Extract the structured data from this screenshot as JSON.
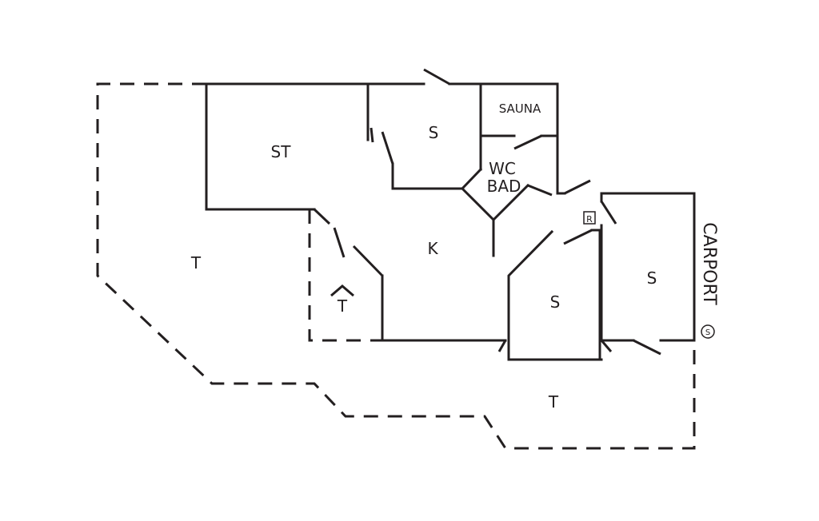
{
  "rooms": {
    "st": "ST",
    "s_top": "S",
    "sauna": "SAUNA",
    "wc": "WC",
    "bad": "BAD",
    "k": "K",
    "t_left": "T",
    "t_entry": "T",
    "s_mid": "S",
    "s_right": "S",
    "t_bottom": "T",
    "carport": "CARPORT"
  },
  "symbols": {
    "r_box": "R",
    "s_circle": "S"
  }
}
